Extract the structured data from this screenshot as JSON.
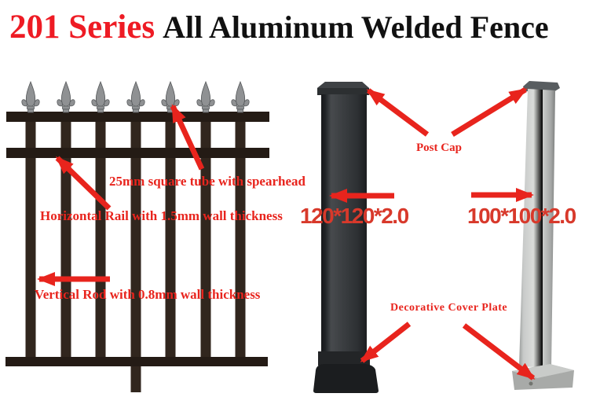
{
  "title": {
    "series": "201 Series",
    "product": "All Aluminum Welded Fence"
  },
  "colors": {
    "label_red": "#e8241d",
    "title_red": "#ee1b24",
    "title_black": "#111111",
    "size_red": "#d8392b",
    "arrow_red": "#e8241d",
    "fence_dark": "#241b15",
    "rod_brown": "#31261e",
    "background": "#ffffff"
  },
  "fence": {
    "spearhead_count": 7,
    "label_spearhead": "25mm square tube with spearhead",
    "label_horizontal_rail": "Horizontal Rail with 1.5mm wall thickness",
    "label_vertical_rod": "Vertical Rod with 0.8mm wall thickness"
  },
  "posts": {
    "label_post_cap": "Post Cap",
    "label_cover_plate": "Decorative Cover Plate",
    "black_post_size": "120*120*2.0",
    "silver_post_size": "100*100*2.0"
  }
}
